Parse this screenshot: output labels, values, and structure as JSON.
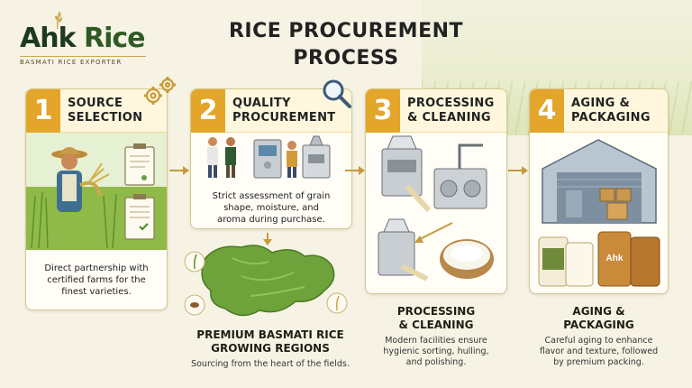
{
  "brand": {
    "name_part1": "Ahk",
    "name_part2": " Rice",
    "tagline": "BASMATI RICE EXPORTER"
  },
  "title": {
    "line1": "RICE PROCUREMENT",
    "line2": "PROCESS"
  },
  "colors": {
    "accent": "#e3a62a",
    "dark_green": "#1d3a20",
    "card_border": "#d8c98e",
    "background": "#f7f3e4"
  },
  "steps": [
    {
      "number": "1",
      "title_line1": "SOURCE",
      "title_line2": "SELECTION",
      "description": [
        "Direct partnership with",
        "certified farms for the",
        "finest varieties."
      ]
    },
    {
      "number": "2",
      "title_line1": "QUALITY",
      "title_line2": "PROCUREMENT",
      "description": [
        "Strict assessment of grain",
        "shape, moisture, and",
        "aroma during purchase."
      ]
    },
    {
      "number": "3",
      "title_line1": "PROCESSING",
      "title_line2": "& CLEANING"
    },
    {
      "number": "4",
      "title_line1": "AGING &",
      "title_line2": "PACKAGING"
    }
  ],
  "regions": {
    "title_line1": "PREMIUM BASMATI RICE",
    "title_line2": "GROWING REGIONS",
    "description": "Sourcing from the heart of the fields."
  },
  "processing_detail": {
    "title_line1": "PROCESSING",
    "title_line2": "& CLEANING",
    "description": [
      "Modern facilities ensure",
      "hygienic sorting, hulling,",
      "and polishing."
    ]
  },
  "packaging_detail": {
    "title_line1": "AGING &",
    "title_line2": "PACKAGING",
    "description": [
      "Careful aging to enhance",
      "flavor and texture, followed",
      "by premium packing."
    ]
  },
  "bag_label": "Ahk",
  "icons": [
    "rice-stalk-icon",
    "gear-icon",
    "magnifier-icon",
    "clipboard-icon",
    "farmer-illustration",
    "inspector-illustration",
    "machine-illustration",
    "warehouse-illustration",
    "rice-bag-icon",
    "region-map-illustration"
  ]
}
